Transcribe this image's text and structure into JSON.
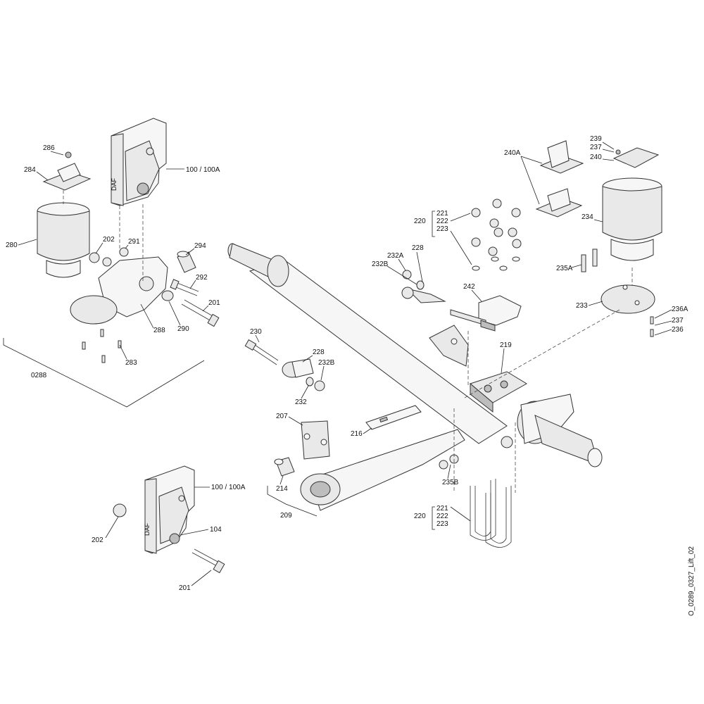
{
  "drawing_ref": "O_0289_0327_Lift_02",
  "labels": {
    "l286": "286",
    "l284": "284",
    "l280": "280",
    "l202a": "202",
    "l291": "291",
    "l100a": "100 / 100A",
    "l294": "294",
    "l292": "292",
    "l201a": "201",
    "l288": "288",
    "l290": "290",
    "l283": "283",
    "l0288": "0288",
    "l230": "230",
    "l228a": "228",
    "l232Ba": "232B",
    "l232": "232",
    "l207": "207",
    "l216": "216",
    "l214": "214",
    "l209": "209",
    "l100b": "100 / 100A",
    "l104": "104",
    "l202b": "202",
    "l201b": "201",
    "l220a": "220",
    "l221a": "221",
    "l222a": "222",
    "l223a": "223",
    "l232A": "232A",
    "l228b": "228",
    "l232Bb": "232B",
    "l242": "242",
    "l219": "219",
    "l235B": "235B",
    "l220b": "220",
    "l221b": "221",
    "l222b": "222",
    "l223b": "223",
    "l240A": "240A",
    "l239": "239",
    "l237a": "237",
    "l240": "240",
    "l234": "234",
    "l235A": "235A",
    "l233": "233",
    "l236A": "236A",
    "l237b": "237",
    "l236": "236"
  }
}
